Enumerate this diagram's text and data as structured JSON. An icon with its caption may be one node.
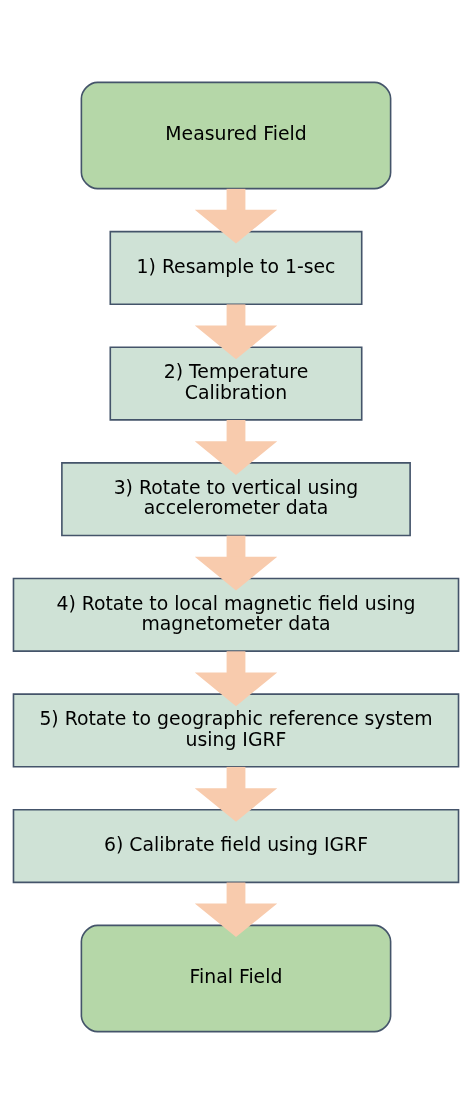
{
  "diagram": {
    "nodes": [
      {
        "text": [
          "Measured Field"
        ]
      },
      {
        "text": [
          "1) Resample to 1-sec"
        ]
      },
      {
        "text": [
          "2) Temperature Calibration"
        ]
      },
      {
        "text": [
          "3) Rotate to vertical using accelerometer data"
        ]
      },
      {
        "text": [
          "4) Rotate to local magnetic field using magnetometer data"
        ]
      },
      {
        "text": [
          "5) Rotate to geographic reference system using IGRF"
        ]
      },
      {
        "text": [
          "6) Calibrate field using IGRF"
        ]
      },
      {
        "text": [
          "Final Field"
        ]
      }
    ],
    "edges": [
      {
        "from": 0,
        "to": 1,
        "arrow": "to"
      },
      {
        "from": 1,
        "to": 2,
        "arrow": "to"
      },
      {
        "from": 2,
        "to": 3,
        "arrow": "to"
      },
      {
        "from": 3,
        "to": 4,
        "arrow": "to"
      },
      {
        "from": 4,
        "to": 5,
        "arrow": "to"
      },
      {
        "from": 5,
        "to": 6,
        "arrow": "to"
      },
      {
        "from": 6,
        "to": 7,
        "arrow": "to"
      }
    ]
  }
}
